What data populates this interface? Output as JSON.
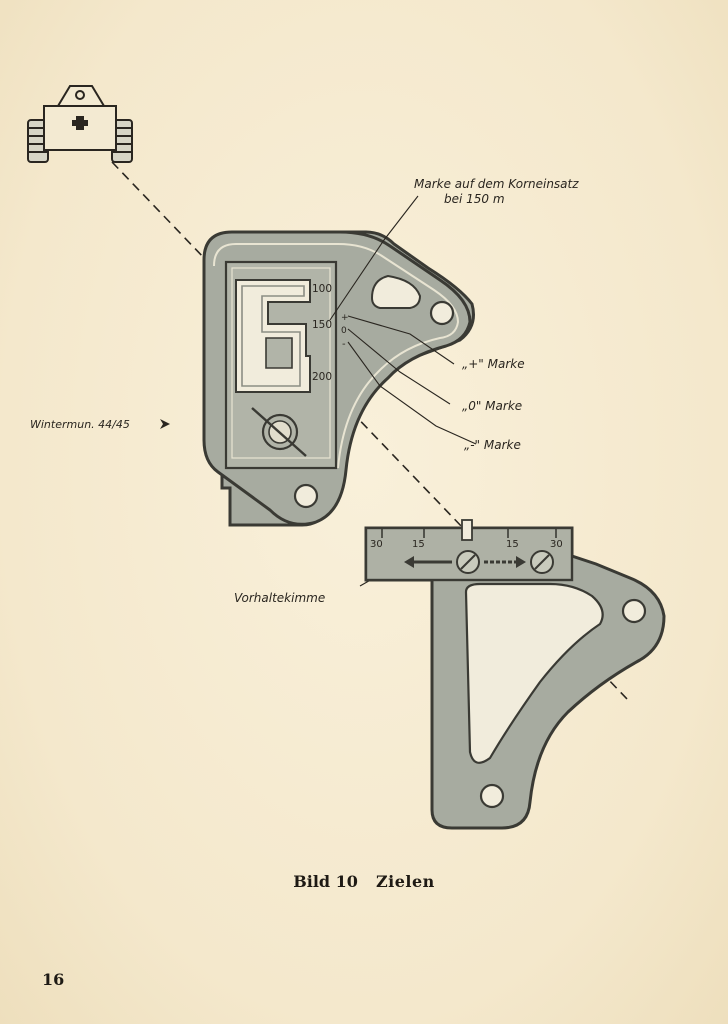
{
  "figure": {
    "label_korn": "Marke auf dem Korneinsatz",
    "label_korn_range": "bei 150 m",
    "label_plus": "„+\" Marke",
    "label_zero": "„0\" Marke",
    "label_minus": "„-\" Marke",
    "label_wintermun": "Wintermun. 44/45",
    "label_vorhalt": "Vorhaltekimme",
    "scale_100": "100",
    "scale_150": "150",
    "scale_200": "200",
    "mark_plus": "+",
    "mark_zero": "0",
    "mark_minus": "-",
    "lead_left_30": "30",
    "lead_left_15": "15",
    "lead_right_15": "15",
    "lead_right_30": "30"
  },
  "caption": {
    "bild": "Bild 10",
    "title": "Zielen"
  },
  "page_number": "16",
  "colors": {
    "paper": "#f6ecd3",
    "plate": "#a7aba0",
    "ink": "#2a2620"
  }
}
